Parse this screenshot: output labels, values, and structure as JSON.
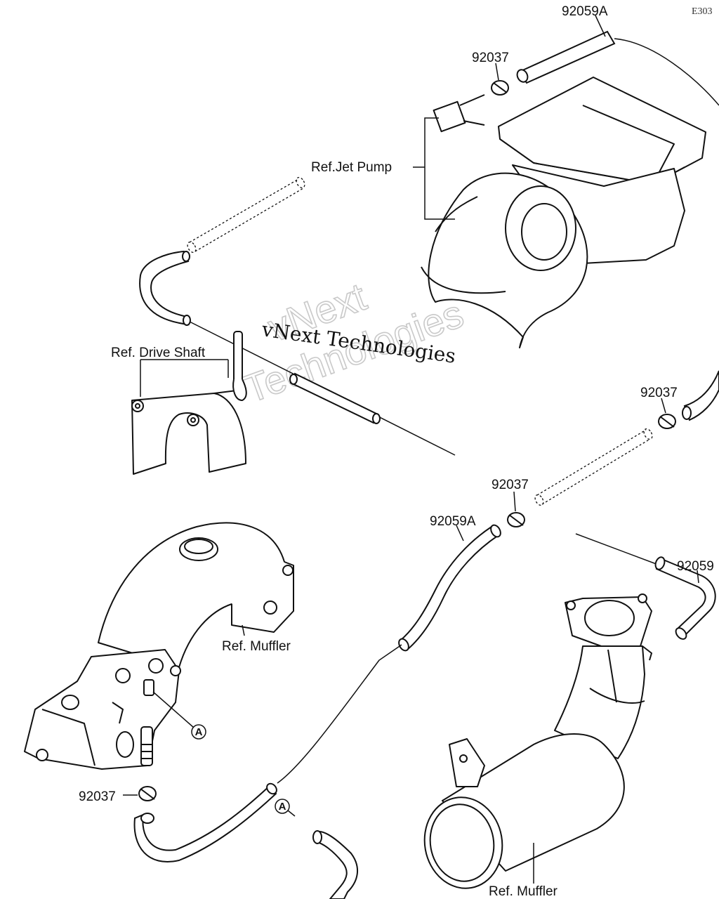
{
  "figure_code": "E303",
  "part_numbers": {
    "top_hose": "92059A",
    "top_clamp": "92037",
    "right_clamp": "92037",
    "middle_clamp": "92037",
    "middle_hose": "92059A",
    "right_hose": "92059",
    "bottom_clamp": "92037"
  },
  "references": {
    "jet_pump": "Ref.Jet Pump",
    "drive_shaft": "Ref. Drive Shaft",
    "muffler_upper": "Ref. Muffler",
    "muffler_lower": "Ref. Muffler"
  },
  "connection_marks": {
    "a1": "A",
    "a2": "A"
  },
  "watermark": {
    "line1": "vNext Technologies",
    "line2a": "vNext",
    "line2b": "Technologies"
  }
}
